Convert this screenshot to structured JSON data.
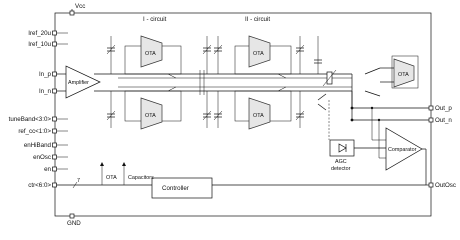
{
  "supply": {
    "vcc": "Vcc",
    "gnd": "GND"
  },
  "sections": {
    "circuit1": "I - circuit",
    "circuit2": "II - circuit"
  },
  "left_pins": [
    "Iref_20u",
    "Iref_10u",
    "In_p",
    "In_n",
    "tuneBand<3:0>",
    "ref_cc<1:0>",
    "enHiBand",
    "enOsc",
    "en",
    "ctr<6:0>"
  ],
  "right_pins": [
    "Out_p",
    "Out_n",
    "OutOsc"
  ],
  "blocks": {
    "amplifier": "Amplifier",
    "ota": "OTA",
    "agc": [
      "AGC",
      "detector"
    ],
    "comparator": "Comparator",
    "controller": "Controller"
  },
  "bus": {
    "width": "7",
    "ota": "OTA",
    "capacitors": "Capacitors"
  }
}
